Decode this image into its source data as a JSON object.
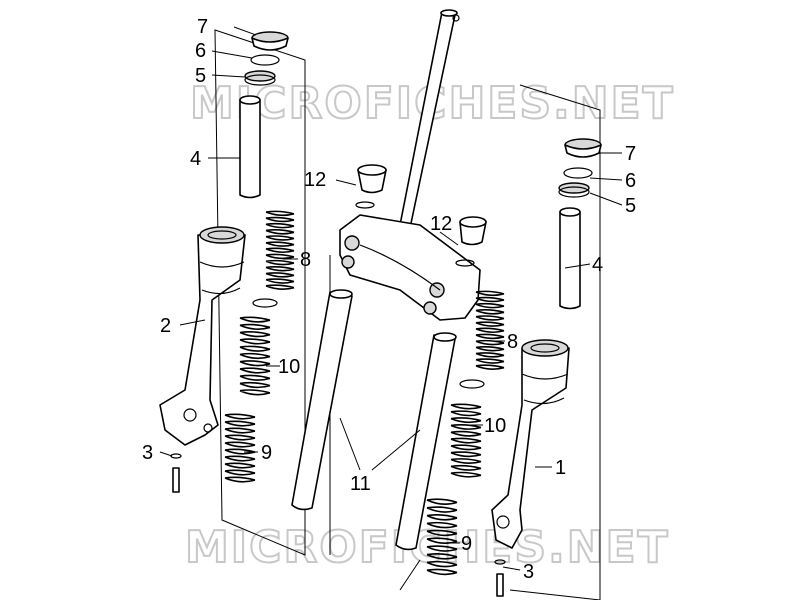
{
  "watermark": "MICROFICHES.NET",
  "labels": {
    "left_1": "7",
    "left_2": "6",
    "left_3": "5",
    "left_4": "4",
    "left_5": "2",
    "left_6": "3",
    "left_7": "8",
    "left_8": "10",
    "left_9": "9",
    "center_1": "12",
    "center_2": "12",
    "center_3": "11",
    "right_1": "7",
    "right_2": "6",
    "right_3": "5",
    "right_4": "4",
    "right_5": "8",
    "right_6": "10",
    "right_7": "1",
    "right_8": "9",
    "right_9": "3"
  }
}
